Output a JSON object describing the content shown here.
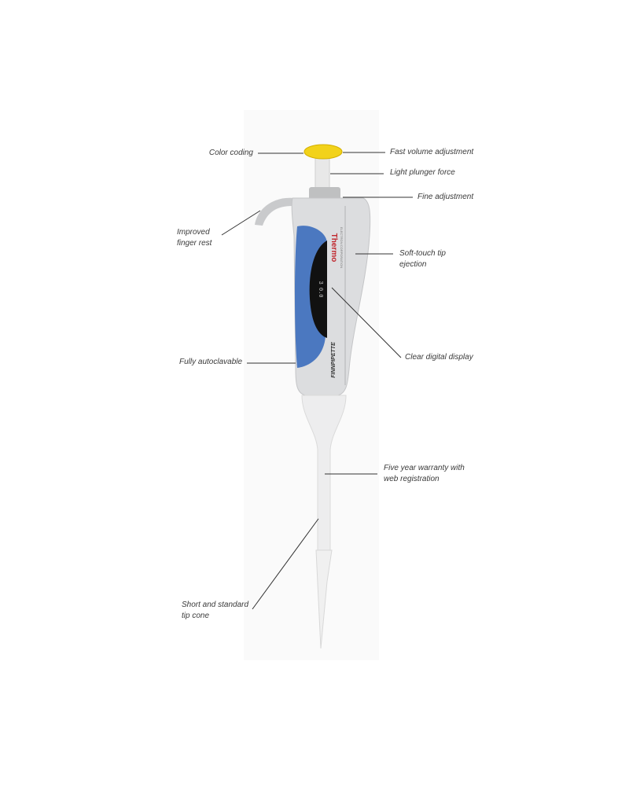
{
  "callouts": {
    "color_coding": "Color coding",
    "fast_volume": "Fast volume adjustment",
    "light_plunger": "Light plunger force",
    "fine_adjustment": "Fine adjustment",
    "finger_rest_1": "Improved",
    "finger_rest_2": "finger rest",
    "soft_touch_1": "Soft-touch tip",
    "soft_touch_2": "ejection",
    "digital_display": "Clear digital display",
    "autoclavable": "Fully autoclavable",
    "warranty_1": "Five year warranty with",
    "warranty_2": "web registration",
    "tip_cone_1": "Short and standard",
    "tip_cone_2": "tip cone"
  },
  "product": {
    "brand": "Thermo",
    "brand_sub": "ELECTRON CORPORATION",
    "model": "FINNPIPETTE",
    "display_value": "3 0.0"
  },
  "colors": {
    "cap": "#f2d21a",
    "grip": "#4b78c0",
    "body": "#d9dadb",
    "brand": "#c0262c"
  }
}
